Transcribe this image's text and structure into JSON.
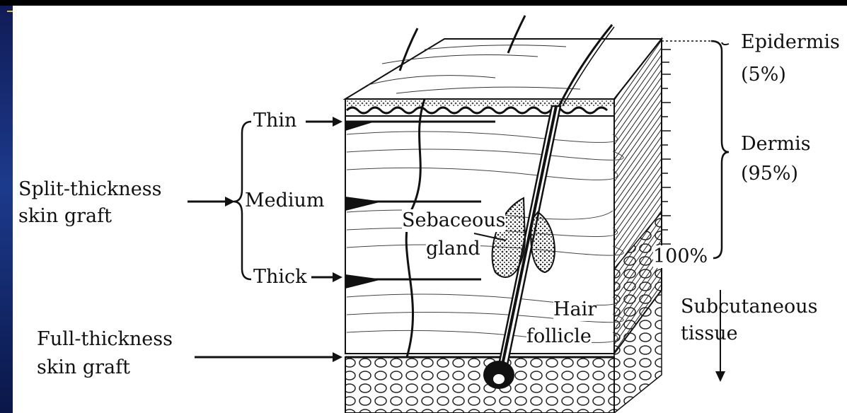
{
  "labels": {
    "epidermis": "Epidermis",
    "epidermis_pct": "(5%)",
    "dermis": "Dermis",
    "dermis_pct": "(95%)",
    "total_pct": "100%",
    "subcutaneous_line1": "Subcutaneous",
    "subcutaneous_line2": "tissue",
    "thin": "Thin",
    "medium": "Medium",
    "thick": "Thick",
    "split_line1": "Split-thickness",
    "split_line2": "skin graft",
    "full_line1": "Full-thickness",
    "full_line2": "skin graft",
    "sebaceous_line1": "Sebaceous",
    "sebaceous_line2": "gland",
    "hair_line1": "Hair",
    "hair_line2": "follicle"
  },
  "colors": {
    "background_blue": "#1a2f6e",
    "ink": "#111111",
    "paper": "#ffffff",
    "accent_yellow": "#e2c23a"
  }
}
